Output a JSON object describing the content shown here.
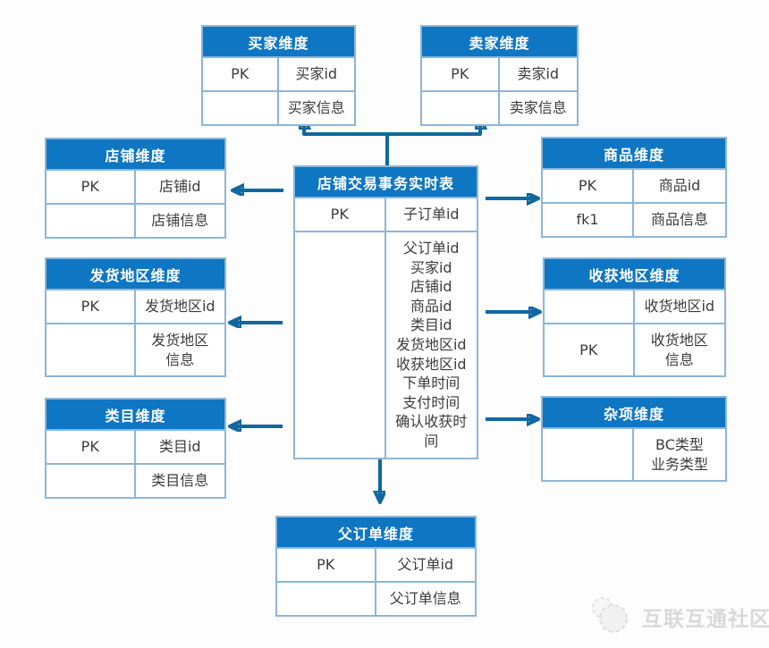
{
  "colors": {
    "table_header_blue": "#0f76c4",
    "arrow_blue": "#11689f",
    "table_border_blue": "#8db6d6",
    "cell_text": "#3c3c3c",
    "watermark_gray": "#d9d9d9"
  },
  "tables": {
    "fact": {
      "title": "店铺交易事务实时表",
      "rows": [
        {
          "key": "PK",
          "value": "子订单id"
        },
        {
          "key": "",
          "value": "父订单id\n买家id\n店铺id\n商品id\n类目id\n发货地区id\n收获地区id\n下单时间\n支付时间\n确认收获时\n间"
        }
      ]
    },
    "buyer": {
      "title": "买家维度",
      "rows": [
        {
          "key": "PK",
          "value": "买家id"
        },
        {
          "key": "",
          "value": "买家信息"
        }
      ]
    },
    "seller": {
      "title": "卖家维度",
      "rows": [
        {
          "key": "PK",
          "value": "卖家id"
        },
        {
          "key": "",
          "value": "卖家信息"
        }
      ]
    },
    "shop": {
      "title": "店铺维度",
      "rows": [
        {
          "key": "PK",
          "value": "店铺id"
        },
        {
          "key": "",
          "value": "店铺信息"
        }
      ]
    },
    "ship_region": {
      "title": "发货地区维度",
      "rows": [
        {
          "key": "PK",
          "value": "发货地区id"
        },
        {
          "key": "",
          "value": "发货地区\n信息"
        }
      ]
    },
    "category": {
      "title": "类目维度",
      "rows": [
        {
          "key": "PK",
          "value": "类目id"
        },
        {
          "key": "",
          "value": "类目信息"
        }
      ]
    },
    "product": {
      "title": "商品维度",
      "rows": [
        {
          "key": "PK",
          "value": "商品id"
        },
        {
          "key": "fk1",
          "value": "商品信息"
        }
      ]
    },
    "receive_region": {
      "title": "收获地区维度",
      "rows": [
        {
          "key": "",
          "value": "收货地区id"
        },
        {
          "key": "PK",
          "value": "收货地区\n信息"
        }
      ]
    },
    "misc": {
      "title": "杂项维度",
      "rows": [
        {
          "key": "",
          "value": "BC类型\n业务类型"
        }
      ]
    },
    "parent_order": {
      "title": "父订单维度",
      "rows": [
        {
          "key": "PK",
          "value": "父订单id"
        },
        {
          "key": "",
          "value": "父订单信息"
        }
      ]
    }
  },
  "watermark": {
    "text": "互联互通社区"
  }
}
